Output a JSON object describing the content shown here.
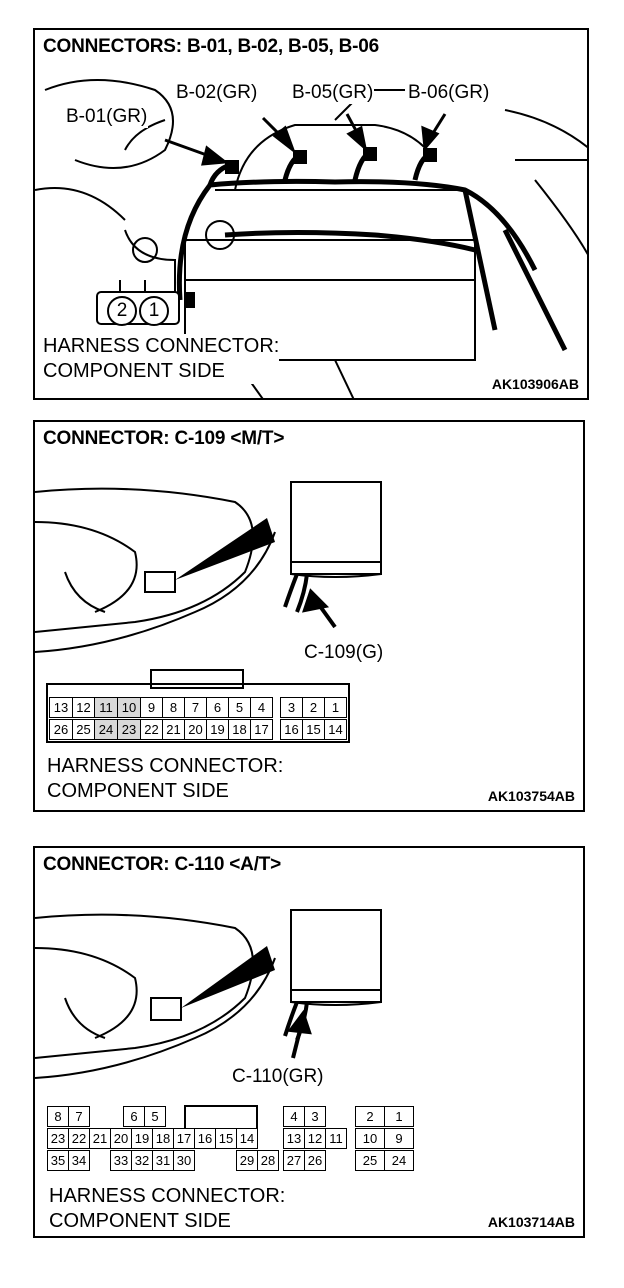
{
  "panel_b": {
    "title": "CONNECTORS: B-01, B-02, B-05, B-06",
    "callouts": {
      "b01": "B-01(GR)",
      "b02": "B-02(GR)",
      "b05": "B-05(GR)",
      "b06": "B-06(GR)"
    },
    "pins": [
      "2",
      "1"
    ],
    "caption_line1": "HARNESS CONNECTOR:",
    "caption_line2": "COMPONENT SIDE",
    "ref_code": "AK103906AB"
  },
  "panel_c109": {
    "title": "CONNECTOR: C-109 <M/T>",
    "callout": "C-109(G)",
    "row1": [
      "13",
      "12",
      "11",
      "10",
      "9",
      "8",
      "7",
      "6",
      "5",
      "4",
      "3",
      "2",
      "1"
    ],
    "row2": [
      "26",
      "25",
      "24",
      "23",
      "22",
      "21",
      "20",
      "19",
      "18",
      "17",
      "16",
      "15",
      "14"
    ],
    "caption_line1": "HARNESS CONNECTOR:",
    "caption_line2": "COMPONENT SIDE",
    "ref_code": "AK103754AB"
  },
  "panel_c110": {
    "title": "CONNECTOR: C-110 <A/T>",
    "callout": "C-110(GR)",
    "row1": [
      "8",
      "7",
      "",
      "6",
      "5",
      "",
      "",
      "",
      "",
      "4",
      "3",
      "",
      "2",
      "1"
    ],
    "row2": [
      "23",
      "22",
      "21",
      "20",
      "19",
      "18",
      "17",
      "16",
      "15",
      "14",
      "13",
      "12",
      "11",
      "10",
      "9"
    ],
    "row3": [
      "35",
      "34",
      "",
      "33",
      "32",
      "31",
      "30",
      "",
      "29",
      "28",
      "27",
      "26",
      "",
      "25",
      "24"
    ],
    "caption_line1": "HARNESS CONNECTOR:",
    "caption_line2": "COMPONENT SIDE",
    "ref_code": "AK103714AB"
  }
}
